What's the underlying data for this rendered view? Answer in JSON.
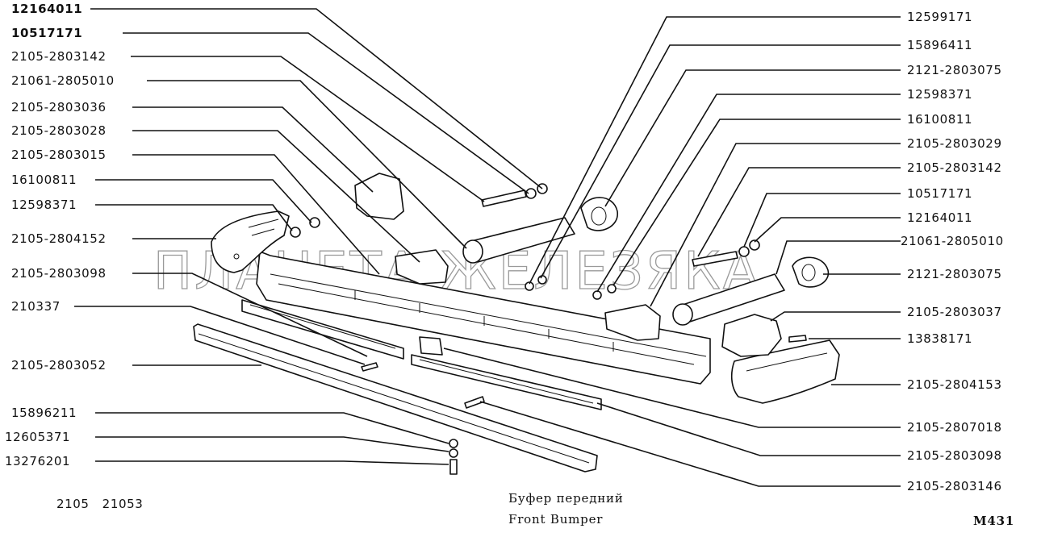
{
  "watermark": "ПЛАНЕТА ЖЕЛЕЗЯКА",
  "left_labels": [
    "12164011",
    "10517171",
    "2105-2803142",
    "21061-2805010",
    "2105-2803036",
    "2105-2803028",
    "2105-2803015",
    "16100811",
    "12598371",
    "2105-2804152",
    "2105-2803098",
    "210337",
    "2105-2803052",
    "15896211",
    "12605371",
    "13276201"
  ],
  "right_labels": [
    "12599171",
    "15896411",
    "2121-2803075",
    "12598371",
    "16100811",
    "2105-2803029",
    "2105-2803142",
    "10517171",
    "12164011",
    "21061-2805010",
    "2121-2803075",
    "2105-2803037",
    "13838171",
    "2105-2804153",
    "2105-2807018",
    "2105-2803098",
    "2105-2803146"
  ],
  "models": "2105   21053",
  "title_ru": "Буфер передний",
  "title_en": "Front Bumper",
  "code": "M431"
}
